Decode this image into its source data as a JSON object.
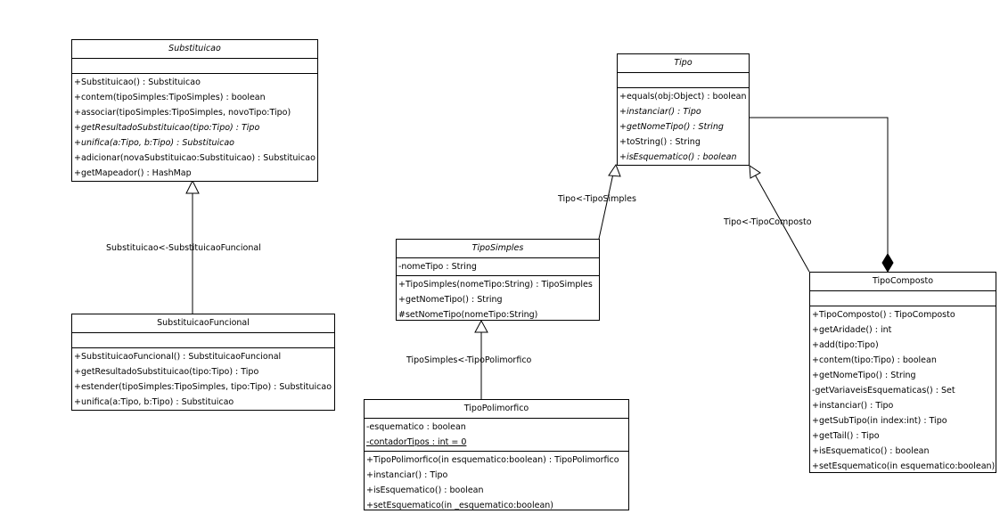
{
  "classes": {
    "substituicao": {
      "name": "Substituicao",
      "abstract": true,
      "attributes": [],
      "operations": [
        {
          "text": "+Substituicao() : Substituicao",
          "italic": false
        },
        {
          "text": "+contem(tipoSimples:TipoSimples) : boolean",
          "italic": false
        },
        {
          "text": "+associar(tipoSimples:TipoSimples, novoTipo:Tipo)",
          "italic": false
        },
        {
          "text": "+getResultadoSubstituicao(tipo:Tipo) : Tipo",
          "italic": true
        },
        {
          "text": "+unifica(a:Tipo, b:Tipo) : Substituicao",
          "italic": true
        },
        {
          "text": "+adicionar(novaSubstituicao:Substituicao) : Substituicao",
          "italic": false
        },
        {
          "text": "+getMapeador() : HashMap",
          "italic": false
        }
      ]
    },
    "substituicaoFuncional": {
      "name": "SubstituicaoFuncional",
      "abstract": false,
      "attributes": [],
      "operations": [
        {
          "text": "+SubstituicaoFuncional() : SubstituicaoFuncional",
          "italic": false
        },
        {
          "text": "+getResultadoSubstituicao(tipo:Tipo) : Tipo",
          "italic": false
        },
        {
          "text": "+estender(tipoSimples:TipoSimples, tipo:Tipo) : Substituicao",
          "italic": false
        },
        {
          "text": "+unifica(a:Tipo, b:Tipo) : Substituicao",
          "italic": false
        }
      ]
    },
    "tipo": {
      "name": "Tipo",
      "abstract": true,
      "attributes": [],
      "operations": [
        {
          "text": "+equals(obj:Object) : boolean",
          "italic": false
        },
        {
          "text": "+instanciar() : Tipo",
          "italic": true
        },
        {
          "text": "+getNomeTipo() : String",
          "italic": true
        },
        {
          "text": "+toString() : String",
          "italic": false
        },
        {
          "text": "+isEsquematico() : boolean",
          "italic": true
        }
      ]
    },
    "tipoSimples": {
      "name": "TipoSimples",
      "abstract": true,
      "attributes": [
        {
          "text": "-nomeTipo : String",
          "static": false
        }
      ],
      "operations": [
        {
          "text": "+TipoSimples(nomeTipo:String) : TipoSimples",
          "italic": false
        },
        {
          "text": "+getNomeTipo() : String",
          "italic": false
        },
        {
          "text": "#setNomeTipo(nomeTipo:String)",
          "italic": false
        }
      ]
    },
    "tipoPolimorfico": {
      "name": "TipoPolimorfico",
      "abstract": false,
      "attributes": [
        {
          "text": "-esquematico : boolean",
          "static": false
        },
        {
          "text": "-contadorTipos : int = 0",
          "static": true
        }
      ],
      "operations": [
        {
          "text": "+TipoPolimorfico(in esquematico:boolean) : TipoPolimorfico",
          "italic": false
        },
        {
          "text": "+instanciar() : Tipo",
          "italic": false
        },
        {
          "text": "+isEsquematico() : boolean",
          "italic": false
        },
        {
          "text": "+setEsquematico(in _esquematico:boolean)",
          "italic": false
        }
      ]
    },
    "tipoComposto": {
      "name": "TipoComposto",
      "abstract": false,
      "attributes": [],
      "operations": [
        {
          "text": "+TipoComposto() : TipoComposto",
          "italic": false
        },
        {
          "text": "+getAridade() : int",
          "italic": false
        },
        {
          "text": "+add(tipo:Tipo)",
          "italic": false
        },
        {
          "text": "+contem(tipo:Tipo) : boolean",
          "italic": false
        },
        {
          "text": "+getNomeTipo() : String",
          "italic": false
        },
        {
          "text": "-getVariaveisEsquematicas() : Set",
          "italic": false
        },
        {
          "text": "+instanciar() : Tipo",
          "italic": false
        },
        {
          "text": "+getSubTipo(in index:int) : Tipo",
          "italic": false
        },
        {
          "text": "+getTail() : Tipo",
          "italic": false
        },
        {
          "text": "+isEsquematico() : boolean",
          "italic": false
        },
        {
          "text": "+setEsquematico(in esquematico:boolean)",
          "italic": false
        }
      ]
    }
  },
  "relations": [
    {
      "id": "rel-substituicao",
      "type": "generalization",
      "label": "Substituicao<-SubstituicaoFuncional"
    },
    {
      "id": "rel-tiposimples",
      "type": "generalization",
      "label": "Tipo<-TipoSimples"
    },
    {
      "id": "rel-tipocomposto",
      "type": "generalization",
      "label": "Tipo<-TipoComposto"
    },
    {
      "id": "rel-tipopolimorfico",
      "type": "generalization",
      "label": "TipoSimples<-TipoPolimorfico"
    },
    {
      "id": "rel-composition",
      "type": "composition",
      "label": ""
    }
  ]
}
